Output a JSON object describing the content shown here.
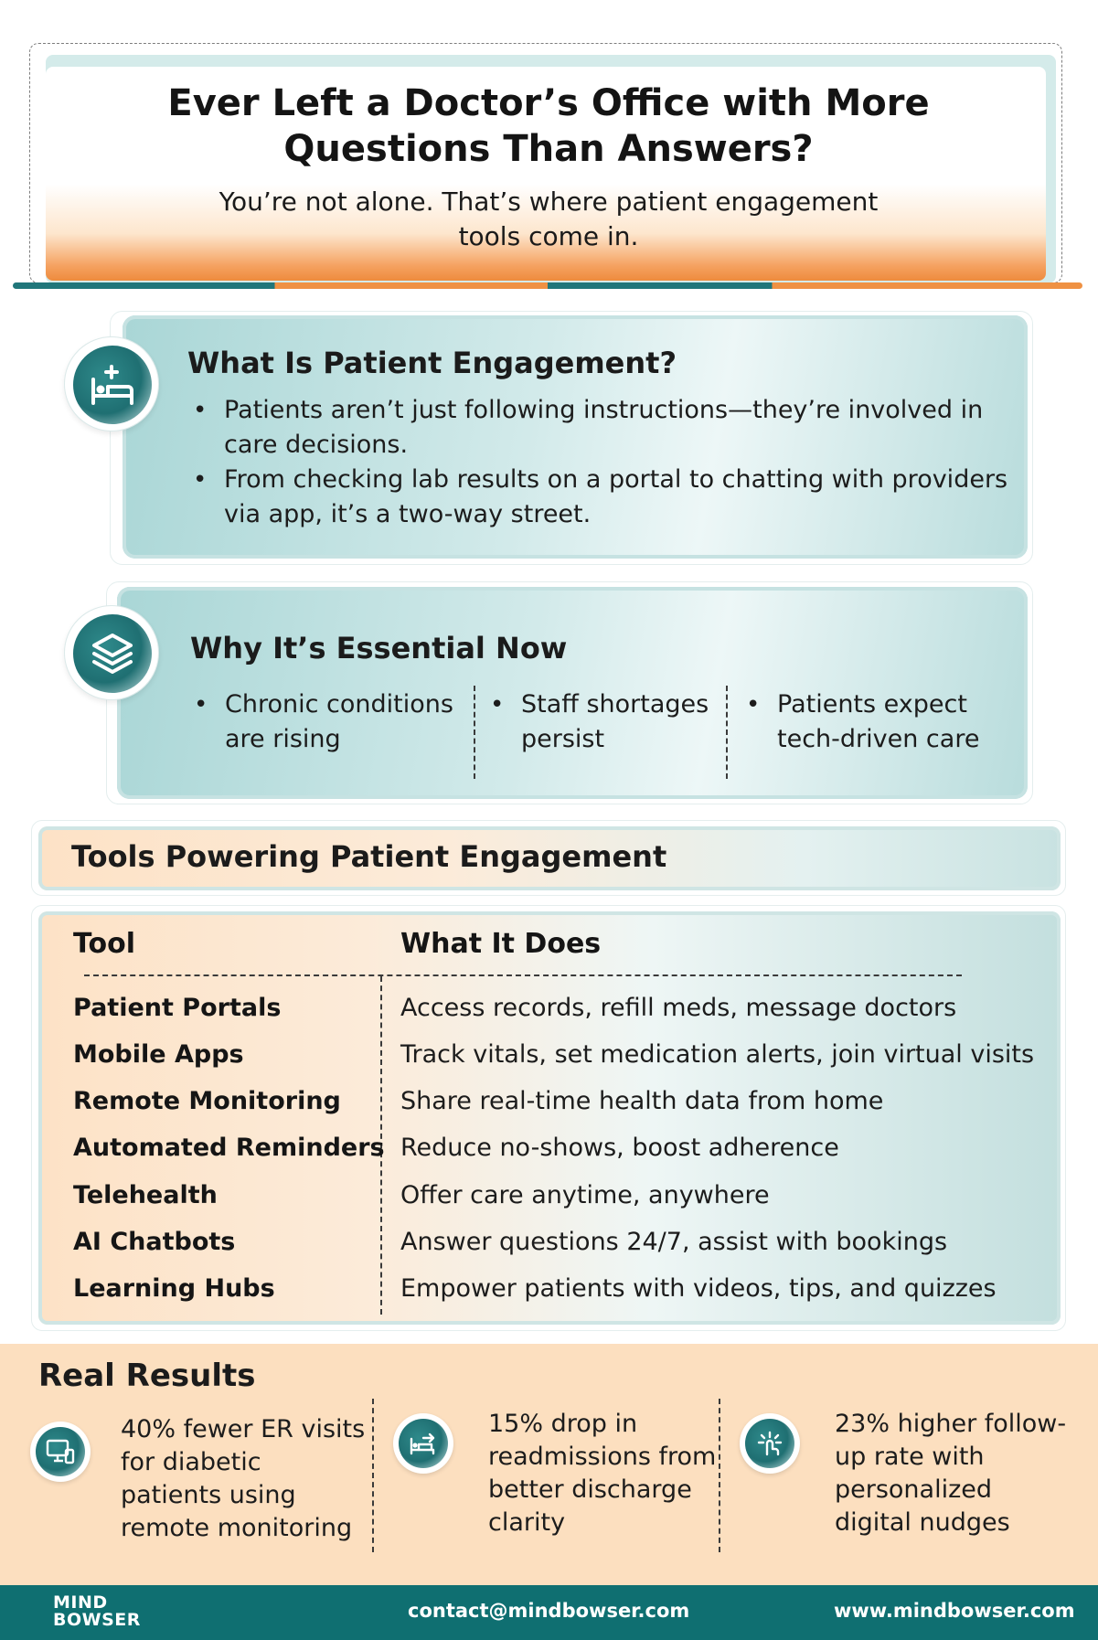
{
  "header": {
    "title": "Ever Left a Doctor’s Office with More Questions Than Answers?",
    "subtitle": "You’re not alone. That’s where patient engagement tools come in."
  },
  "what_is": {
    "icon": "patient-bed-icon",
    "title": "What Is Patient Engagement?",
    "bullets": [
      "Patients aren’t just following instructions—they’re involved in care decisions.",
      "From checking lab results on a portal to chatting with providers via app, it’s a two-way street."
    ]
  },
  "why": {
    "icon": "layers-icon",
    "title": "Why It’s Essential Now",
    "points": [
      "Chronic conditions are rising",
      "Staff shortages persist",
      "Patients expect tech-driven care"
    ]
  },
  "tools": {
    "heading": "Tools Powering Patient Engagement",
    "col_tool": "Tool",
    "col_desc": "What It Does",
    "rows": [
      {
        "tool": "Patient Portals",
        "desc": "Access records, refill meds, message doctors"
      },
      {
        "tool": "Mobile Apps",
        "desc": "Track vitals, set medication alerts, join virtual visits"
      },
      {
        "tool": "Remote Monitoring",
        "desc": "Share real-time health data from home"
      },
      {
        "tool": "Automated Reminders",
        "desc": "Reduce no-shows, boost adherence"
      },
      {
        "tool": "Telehealth",
        "desc": "Offer care anytime, anywhere"
      },
      {
        "tool": "AI Chatbots",
        "desc": "Answer questions 24/7, assist with bookings"
      },
      {
        "tool": "Learning Hubs",
        "desc": "Empower patients with videos, tips, and quizzes"
      }
    ]
  },
  "results": {
    "title": "Real Results",
    "items": [
      {
        "icon": "remote-monitor-icon",
        "text": "40% fewer ER visits for diabetic patients using remote monitoring"
      },
      {
        "icon": "discharge-bed-icon",
        "text": "15% drop in readmissions from better discharge clarity"
      },
      {
        "icon": "digital-nudge-icon",
        "text": "23% higher follow-up rate with personalized digital nudges"
      }
    ]
  },
  "footer": {
    "logo_line1": "MIND",
    "logo_line2": "BOWSER",
    "email": "contact@mindbowser.com",
    "website": "www.mindbowser.com"
  },
  "colors": {
    "teal": "#0f6f71",
    "orange": "#ef9143",
    "peach": "#fcdfbf"
  }
}
